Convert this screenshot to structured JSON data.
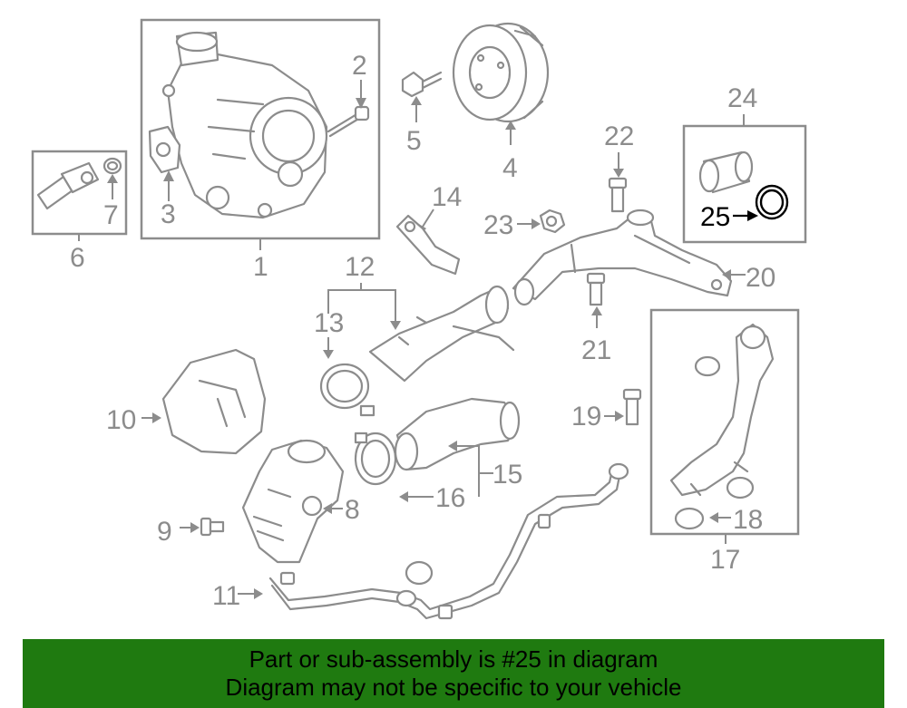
{
  "diagram": {
    "callouts": {
      "c1": "1",
      "c2": "2",
      "c3": "3",
      "c4": "4",
      "c5": "5",
      "c6": "6",
      "c7": "7",
      "c8": "8",
      "c9": "9",
      "c10": "10",
      "c11": "11",
      "c12": "12",
      "c13": "13",
      "c14": "14",
      "c15": "15",
      "c16": "16",
      "c17": "17",
      "c18": "18",
      "c19": "19",
      "c20": "20",
      "c21": "21",
      "c22": "22",
      "c23": "23",
      "c24": "24",
      "c25": "25"
    },
    "highlighted_callout": "25",
    "line_color": "#8c8c8c",
    "highlight_color": "#000000"
  },
  "banner": {
    "line1": "Part or sub-assembly is #25 in diagram",
    "line2": "Diagram may not be specific to your vehicle",
    "background": "#1f7a10"
  }
}
